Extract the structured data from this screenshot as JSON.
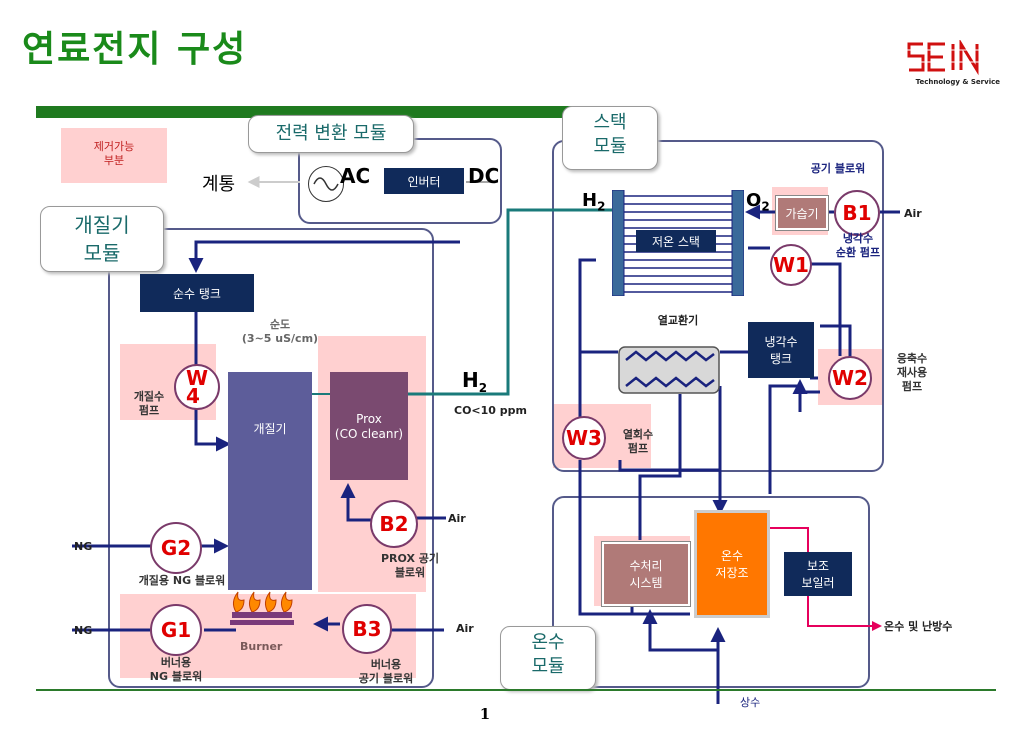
{
  "header": {
    "title": "연료전지 구성",
    "logo_text": "SEIN",
    "logo_sub": "Technology & Service"
  },
  "removable_label": "제거가능\n부분",
  "modules": {
    "power": "전력 변환 모듈",
    "stack": "스택\n모듈",
    "reformer": "개질기\n모듈",
    "hotwater": "온수\n모듈"
  },
  "power": {
    "grid": "계통",
    "ac": "AC",
    "dc": "DC",
    "inverter": "인버터"
  },
  "reformer": {
    "pure_tank": "순수 탱크",
    "purity": "순도\n(3~5 uS/cm)",
    "reformer_box": "개질기",
    "prox": "Prox\n(CO cleanr)",
    "h2": "H",
    "h2_sub": "2",
    "co_spec": "CO<10 ppm",
    "w4": "W\n4",
    "w4_label": "개질수\n펌프",
    "g2": "G2",
    "g2_label": "개질용 NG 블로워",
    "ng1": "NG",
    "b2": "B2",
    "b2_label": "PROX 공기\n블로워",
    "air1": "Air",
    "g1": "G1",
    "g1_label": "버너용\nNG 블로워",
    "ng2": "NG",
    "burner": "Burner",
    "b3": "B3",
    "b3_label": "버너용\n공기 블로워",
    "air2": "Air"
  },
  "stack": {
    "h2": "H",
    "h2_sub": "2",
    "o2": "O",
    "o2_sub": "2",
    "stack_box": "저온 스택",
    "humidifier": "가습기",
    "b1": "B1",
    "b1_label": "공기 블로워",
    "air": "Air",
    "w1": "W1",
    "w1_label": "냉각수\n순환 펌프",
    "heat_exchanger": "열교환기",
    "coolant_tank": "냉각수\n탱크",
    "w2": "W2",
    "w2_label": "응축수\n재사용\n펌프",
    "w3": "W3",
    "w3_label": "열회수\n펌프"
  },
  "hotwater": {
    "water_treatment": "수처리\n시스템",
    "hot_tank": "온수\n저장조",
    "aux_boiler": "보조\n보일러",
    "output": "온수 및 난방수",
    "tap_water": "상수"
  },
  "page_number": "1",
  "colors": {
    "title_green": "#1a8a1a",
    "navy_line": "#1a237e",
    "teal_line": "#1a7a7a",
    "pink_zone": "#ffd0d0",
    "orange_tank": "#ff7700",
    "hot_output": "#e6005c"
  }
}
